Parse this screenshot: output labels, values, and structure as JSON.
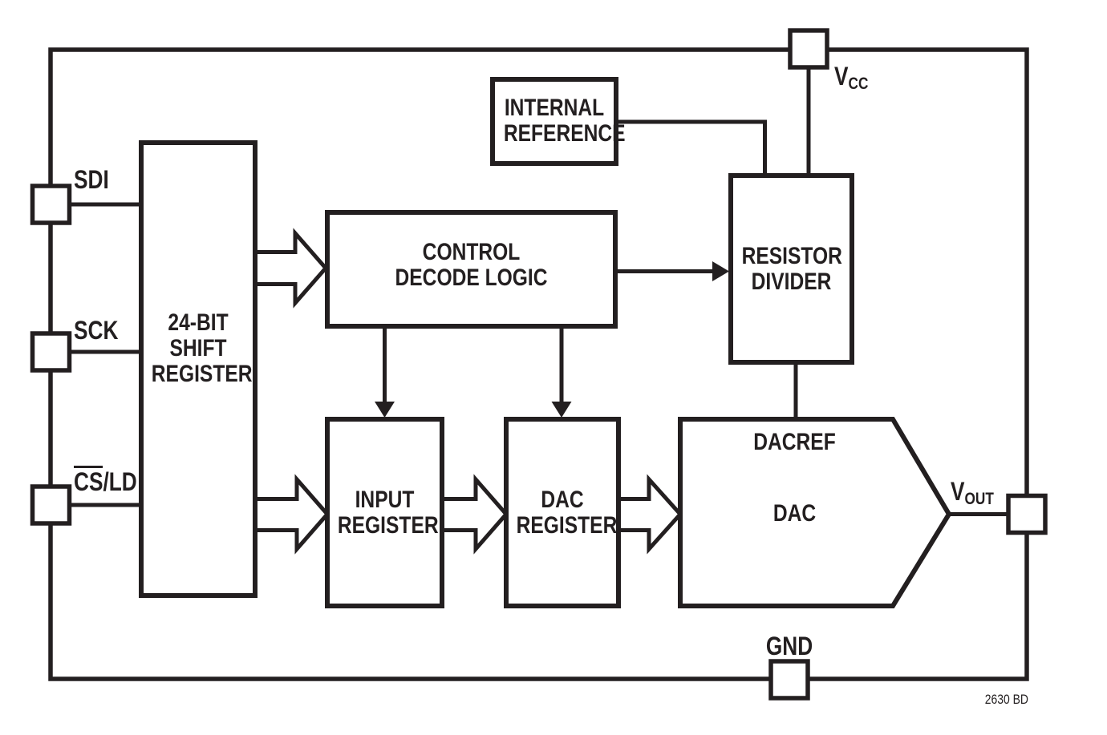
{
  "figure": {
    "code": "2630 BD",
    "colors": {
      "ink": "#231f20",
      "paper": "#ffffff"
    },
    "blocks": {
      "shift_register": {
        "lines": [
          "24-BIT",
          "SHIFT",
          "REGISTER"
        ]
      },
      "control_decode_logic": {
        "lines": [
          "CONTROL",
          "DECODE LOGIC"
        ]
      },
      "internal_reference": {
        "lines": [
          "INTERNAL",
          "REFERENCE"
        ]
      },
      "resistor_divider": {
        "lines": [
          "RESISTOR",
          "DIVIDER"
        ]
      },
      "input_register": {
        "lines": [
          "INPUT",
          "REGISTER"
        ]
      },
      "dac_register": {
        "lines": [
          "DAC",
          "REGISTER"
        ]
      },
      "dac": {
        "label": "DAC",
        "ref_label": "DACREF"
      }
    },
    "pins": {
      "sdi": "SDI",
      "sck": "SCK",
      "cs_ld": {
        "overlined": "CS",
        "rest": "/LD"
      },
      "vcc": {
        "base": "V",
        "sub": "CC"
      },
      "vout": {
        "base": "V",
        "sub": "OUT"
      },
      "gnd": "GND"
    }
  }
}
